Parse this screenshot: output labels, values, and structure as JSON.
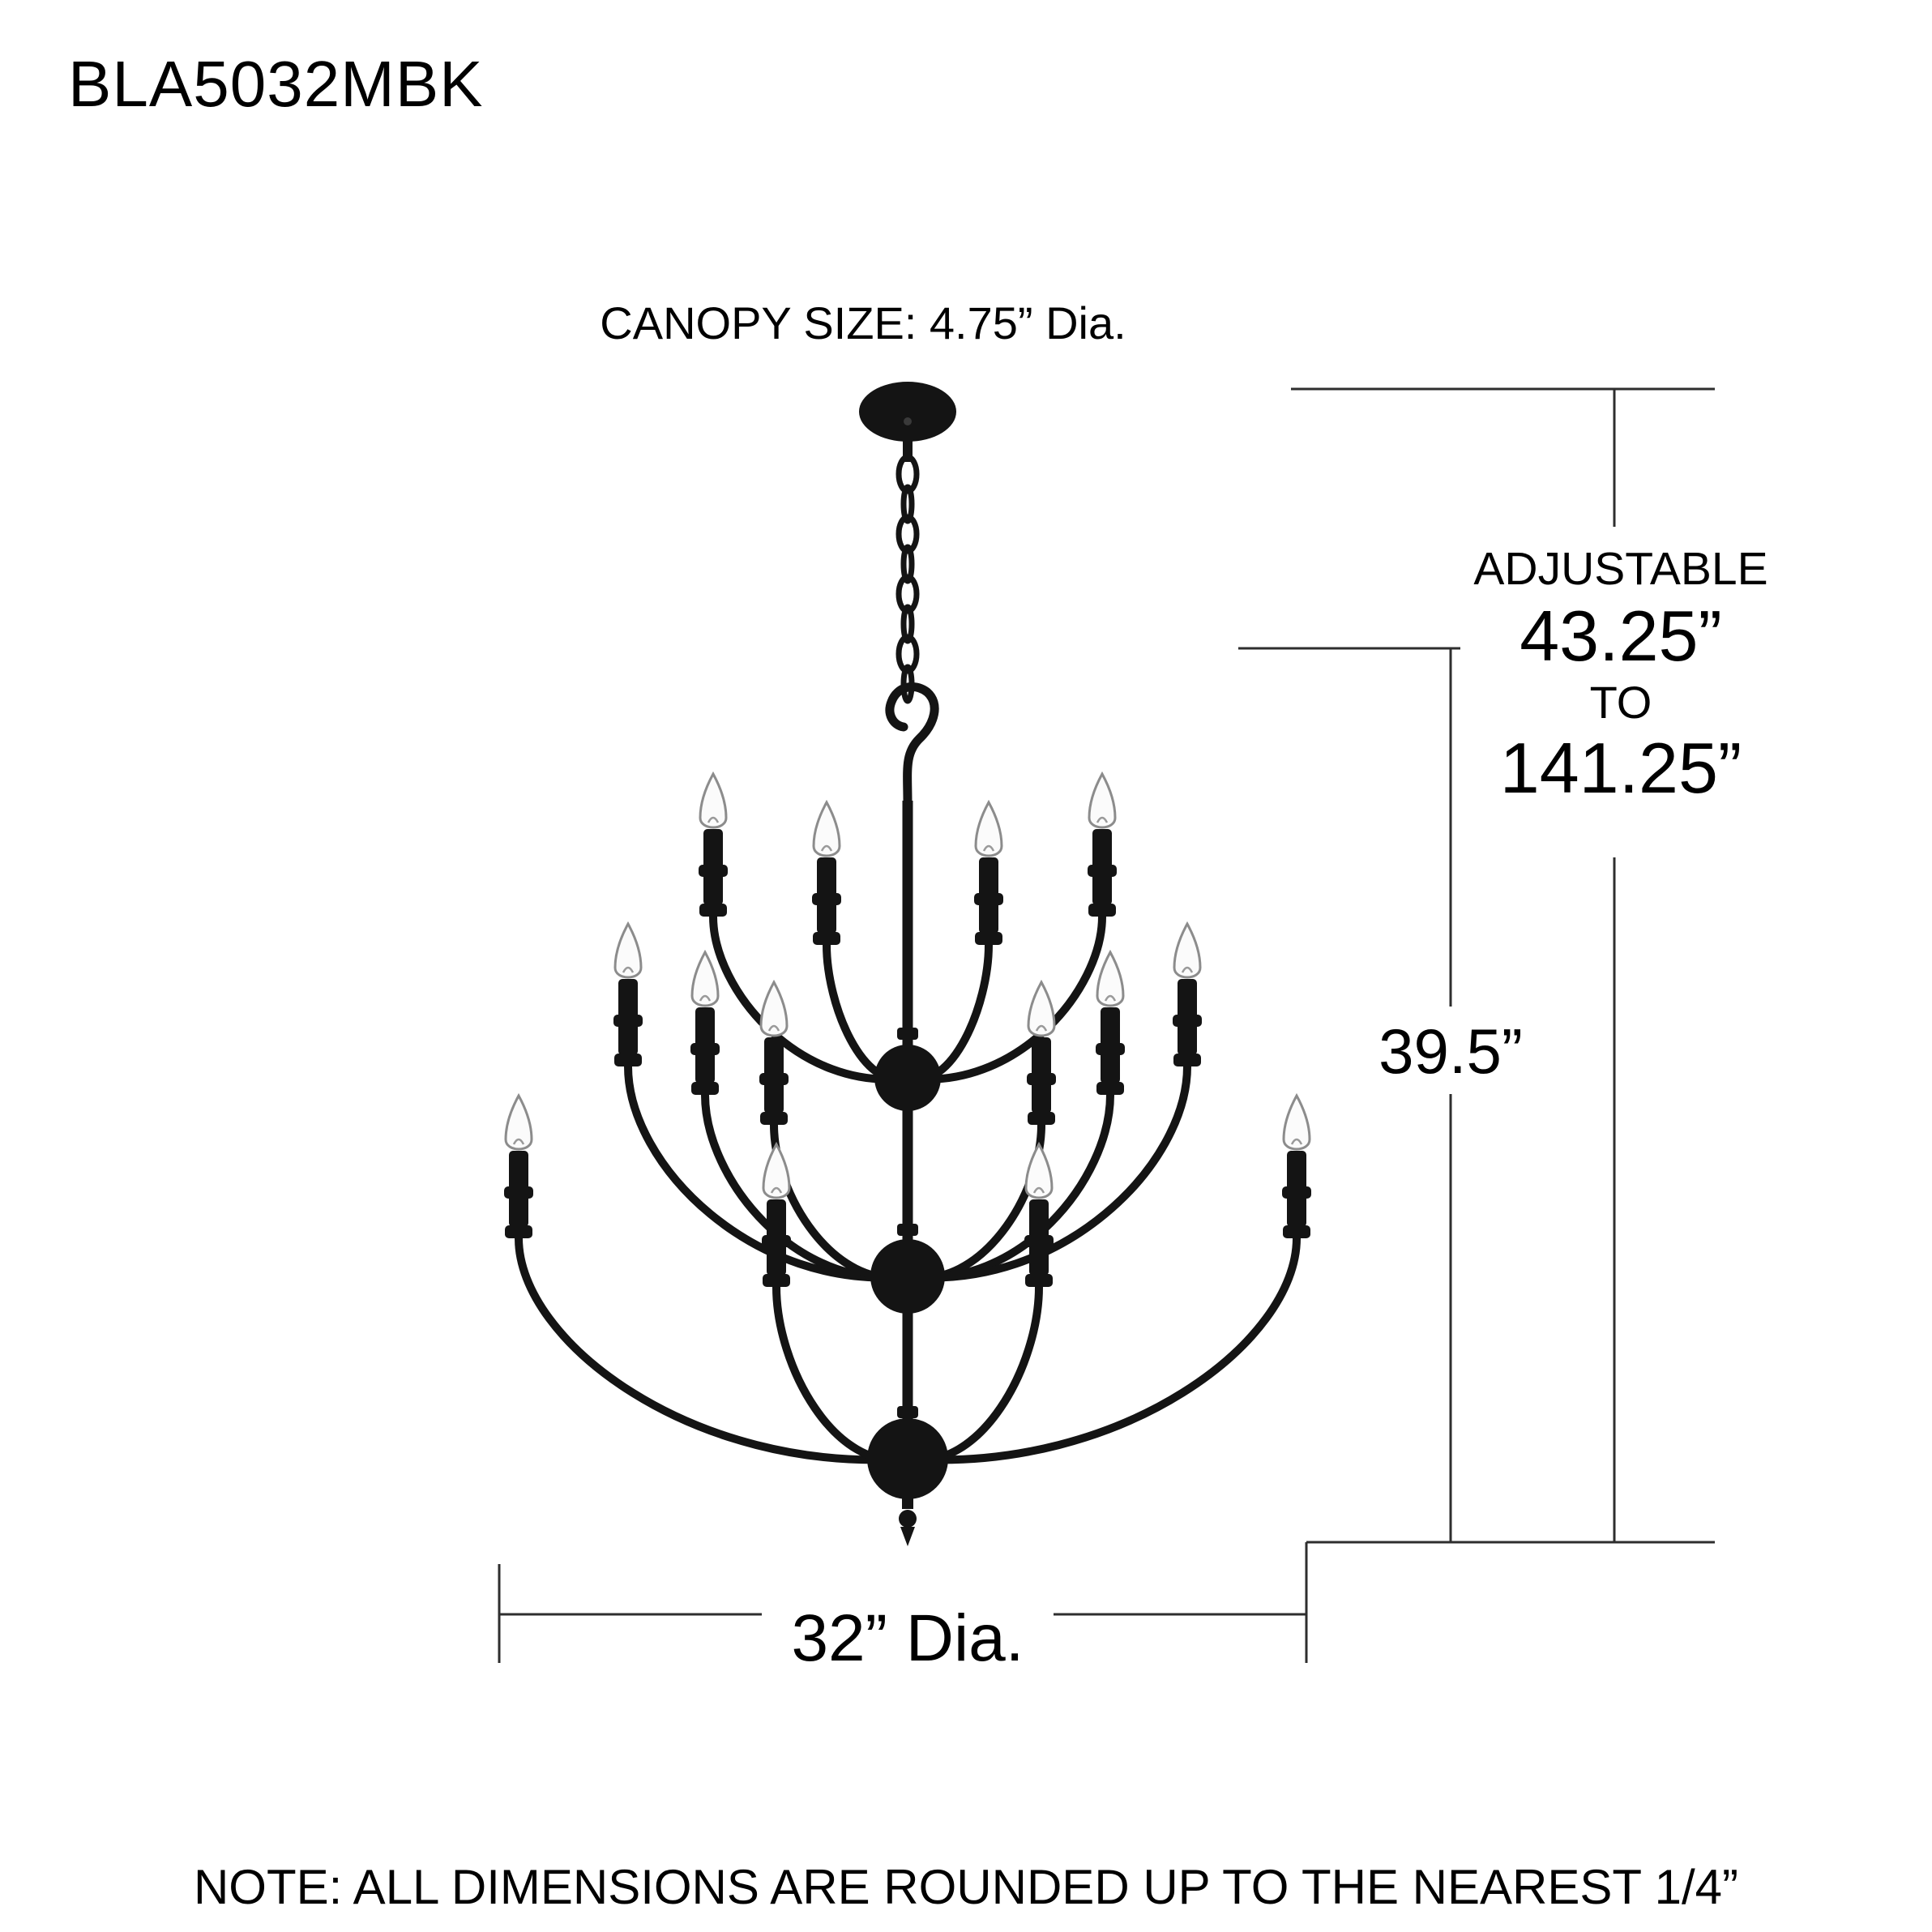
{
  "product_code": "BLA5032MBK",
  "canopy_label": "CANOPY SIZE: 4.75” Dia.",
  "dimensions": {
    "adjustable_label": "ADJUSTABLE",
    "adjustable_min": "43.25”",
    "to_label": "TO",
    "adjustable_max": "141.25”",
    "height": "39.5”",
    "diameter": "32” Dia."
  },
  "note": "NOTE: ALL DIMENSIONS ARE ROUNDED UP TO THE NEAREST 1/4”",
  "colors": {
    "fixture": "#141414",
    "bulb_fill": "#fbfbfb",
    "bulb_outline": "#8c8c8c",
    "dimension_line": "#2e2e2e",
    "background": "#ffffff",
    "text": "#000000"
  }
}
